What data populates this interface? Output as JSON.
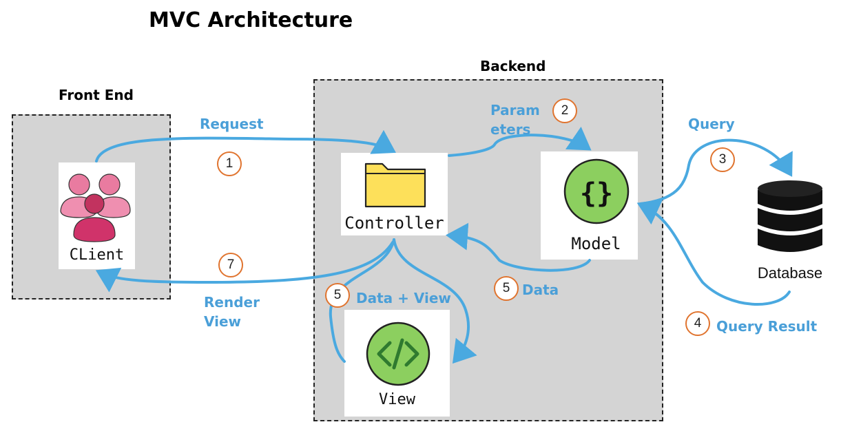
{
  "title": "MVC Architecture",
  "zones": {
    "frontend": "Front End",
    "backend": "Backend"
  },
  "nodes": {
    "client": "CLient",
    "controller": "Controller",
    "model": "Model",
    "view": "View",
    "database": "Database"
  },
  "flows": {
    "request": "Request",
    "params_line1": "Param",
    "params_line2": "eters",
    "query": "Query",
    "query_result": "Query Result",
    "data": "Data",
    "data_view": "Data + View",
    "render_line1": "Render",
    "render_line2": "View"
  },
  "steps": {
    "request": "1",
    "params": "2",
    "query": "3",
    "query_result": "4",
    "data": "5",
    "data_view": "5",
    "render": "7"
  },
  "colors": {
    "arrow": "#4aa9e0",
    "zone": "#d4d4d4",
    "step_border": "#e0742f",
    "label": "#4a9fd8",
    "folder": "#fde05a",
    "model_circle": "#8ccf5f",
    "client_pink": "#d94f7f"
  }
}
